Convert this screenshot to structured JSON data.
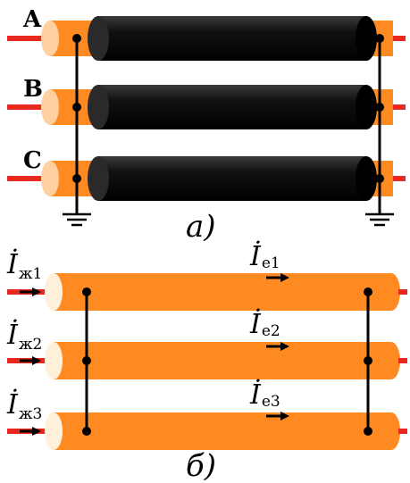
{
  "diagram_a": {
    "phase_labels": [
      "A",
      "B",
      "C"
    ],
    "sub_label": "а)",
    "colors": {
      "core": "#ff8a22",
      "sheath": "#000000",
      "lead": "#e8281e",
      "conductor": "#000000"
    }
  },
  "diagram_b": {
    "sub_label": "б)",
    "core_currents": [
      {
        "main": "İ",
        "sub": "ж1"
      },
      {
        "main": "İ",
        "sub": "ж2"
      },
      {
        "main": "İ",
        "sub": "ж3"
      }
    ],
    "sheath_currents": [
      {
        "main": "İ",
        "sub": "е1"
      },
      {
        "main": "İ",
        "sub": "е2"
      },
      {
        "main": "İ",
        "sub": "е3"
      }
    ],
    "colors": {
      "sheath": "#ff8a22",
      "lead": "#e8281e"
    }
  }
}
